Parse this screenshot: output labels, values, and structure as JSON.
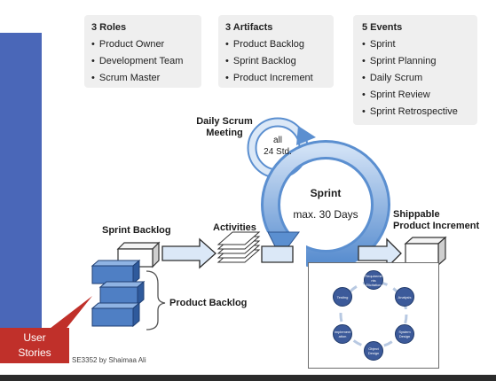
{
  "roles": {
    "title": "3 Roles",
    "items": [
      "Product Owner",
      "Development Team",
      "Scrum Master"
    ]
  },
  "artifacts": {
    "title": "3 Artifacts",
    "items": [
      "Product Backlog",
      "Sprint Backlog",
      "Product Increment"
    ]
  },
  "events": {
    "title": "5 Events",
    "items": [
      "Sprint",
      "Sprint Planning",
      "Daily Scrum",
      "Sprint Review",
      "Sprint Retrospective"
    ]
  },
  "diagram": {
    "daily_scrum": [
      "Daily Scrum",
      "Meeting"
    ],
    "daily_cycle": [
      "all",
      "24 Std."
    ],
    "sprint": {
      "title": "Sprint",
      "duration": "max. 30 Days"
    },
    "sprint_backlog": "Sprint Backlog",
    "activities": "Activities",
    "product_backlog": "Product Backlog",
    "shippable": [
      "Shippable",
      "Product Increment"
    ],
    "user_stories": [
      "User",
      "Stories"
    ],
    "credit": "SE3352 by Shaimaa Ali"
  },
  "sdlc": [
    "Requireme nts Elicitation",
    "Analysis",
    "System Design",
    "Object Design",
    "Implement ation",
    "Testing"
  ],
  "colors": {
    "sidebar": "#4a67b8",
    "cube": "#4f7fc4",
    "cycle": "#5b8fd0",
    "callout": "#c0302a"
  }
}
